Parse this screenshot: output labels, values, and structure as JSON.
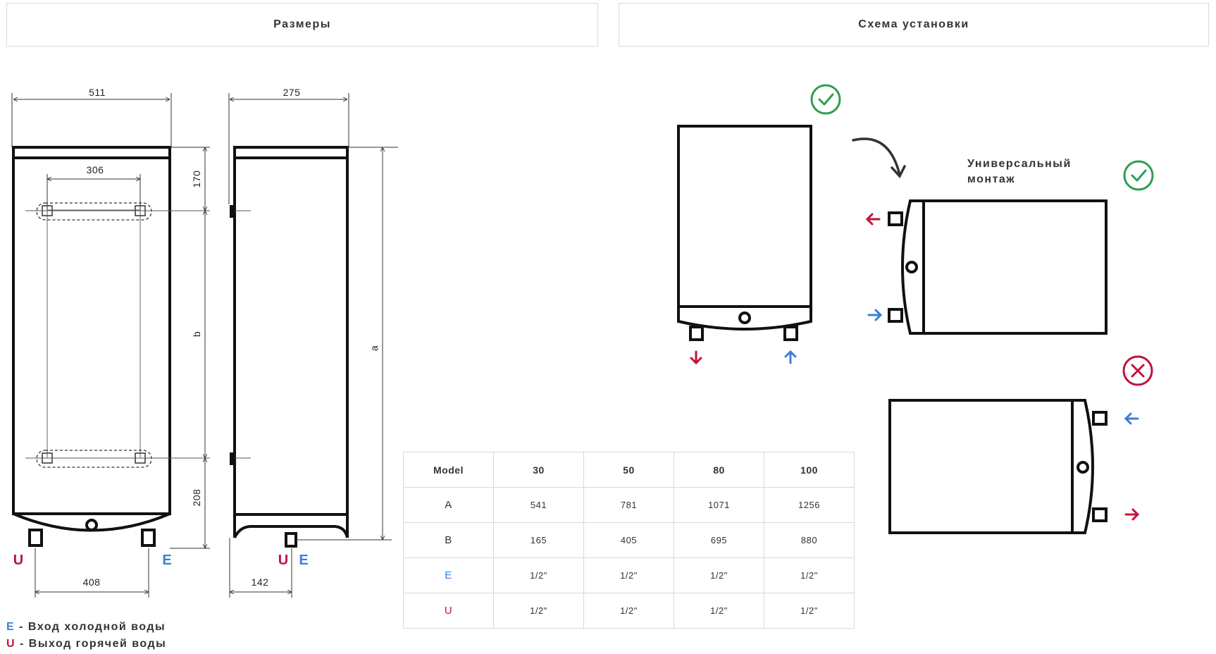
{
  "tabs": {
    "dimensions": "Размеры",
    "installation": "Схема установки"
  },
  "colors": {
    "cold": "#3a7fd5",
    "hot": "#c0143c",
    "ok": "#2e9e4f",
    "bad": "#c0143c",
    "line": "#111111"
  },
  "dims": {
    "width": "511",
    "depth": "275",
    "bracket": "306",
    "top": "170",
    "b": "b",
    "a": "a",
    "bottom": "208",
    "pipes": "408",
    "pipe_offset": "142"
  },
  "pipe_labels": {
    "u": "U",
    "e": "E"
  },
  "install": {
    "universal_line1": "Универсальный",
    "universal_line2": "монтаж"
  },
  "icons": {
    "ok": "check-circle-icon",
    "bad": "cross-circle-icon",
    "curve": "curved-arrow-icon"
  },
  "table": {
    "headers": [
      "Model",
      "30",
      "50",
      "80",
      "100"
    ],
    "rows": [
      {
        "label": "A",
        "values": [
          "541",
          "781",
          "1071",
          "1256"
        ]
      },
      {
        "label": "B",
        "values": [
          "165",
          "405",
          "695",
          "880"
        ]
      },
      {
        "label": "E",
        "values": [
          "1/2\"",
          "1/2\"",
          "1/2\"",
          "1/2\""
        ]
      },
      {
        "label": "U",
        "values": [
          "1/2\"",
          "1/2\"",
          "1/2\"",
          "1/2\""
        ]
      }
    ]
  },
  "legend": {
    "e_letter": "E",
    "e_text": "- Вход холодной воды",
    "u_letter": "U",
    "u_text": "- Выход горячей воды"
  }
}
